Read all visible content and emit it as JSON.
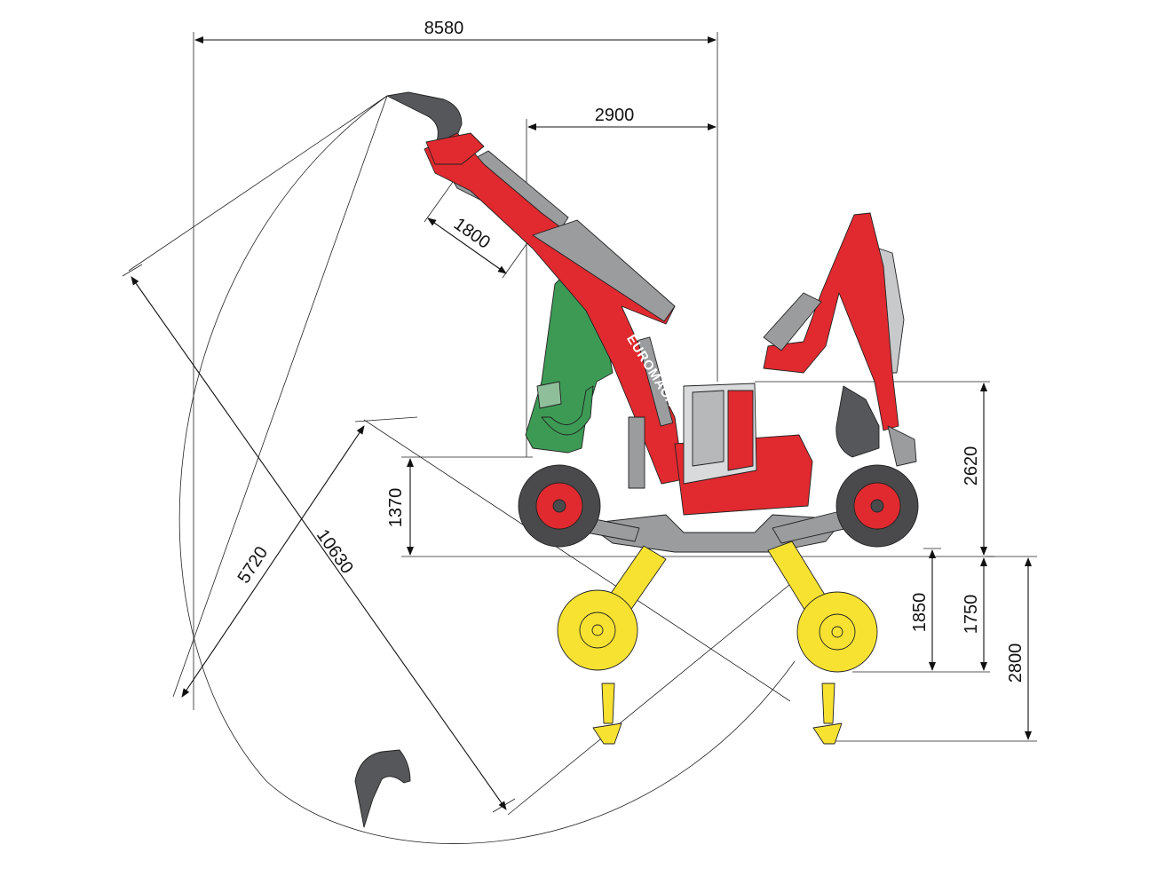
{
  "brand": {
    "logo_text": "EUROMACH"
  },
  "colors": {
    "machine_red": "#e02a2f",
    "dark_red": "#b51c22",
    "arm_grey": "#9b9c9e",
    "light_grey": "#c8c9cb",
    "tyre_dark": "#4a4a4c",
    "alt_arm_green": "#3d9a55",
    "leg_yellow": "#f7e232",
    "bucket_dark": "#55575a"
  },
  "dimensions": {
    "overall_reach_width": "8580",
    "arm_offset": "2900",
    "bucket_arm_length": "1800",
    "reach_radius": "5720",
    "max_reach": "10630",
    "chassis_height": "1370",
    "cab_height": "2620",
    "leg_lift": "1850",
    "wheel_drop": "1750",
    "max_depth_legs": "2800"
  }
}
